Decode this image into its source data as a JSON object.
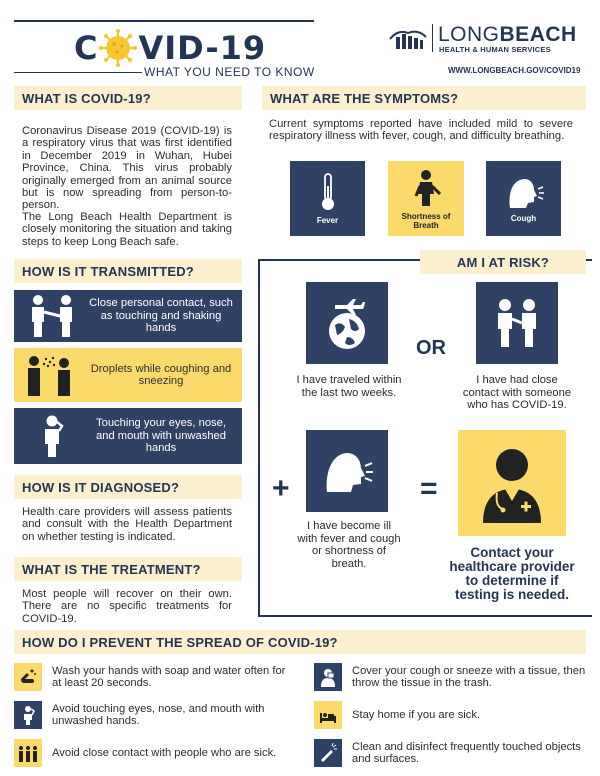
{
  "header": {
    "title_left": "C",
    "title_right": "VID-19",
    "subtitle": "WHAT YOU NEED TO KNOW",
    "org_name_long": "LONG",
    "org_name_beach": "BEACH",
    "org_sub": "HEALTH & HUMAN SERVICES",
    "url": "WWW.LONGBEACH.GOV/COVID19"
  },
  "what_is": {
    "heading": "WHAT IS COVID-19?",
    "para1": "Coronavirus Disease 2019 (COVID-19) is a respiratory virus that was first identified in December 2019 in Wuhan, Hubei Province, China. This virus probably originally emerged from an animal source but is now spreading from person-to-person.",
    "para2": "The Long Beach Health Department is closely monitoring the situation and taking steps to keep Long Beach safe."
  },
  "symptoms": {
    "heading": "WHAT ARE THE SYMPTOMS?",
    "text": "Current symptoms reported have included mild to severe respiratory illness with fever, cough, and difficulty breathing.",
    "items": [
      "Fever",
      "Shortness of Breath",
      "Cough"
    ]
  },
  "transmitted": {
    "heading": "HOW IS IT TRANSMITTED?",
    "items": [
      "Close personal contact, such as touching and shaking hands",
      "Droplets while coughing and sneezing",
      "Touching your eyes, nose, and mouth with unwashed hands"
    ]
  },
  "diagnosed": {
    "heading": "HOW IS IT DIAGNOSED?",
    "text": "Health care providers will assess patients and consult with the Health Department on whether testing is indicated."
  },
  "treatment": {
    "heading": "WHAT IS THE TREATMENT?",
    "text": "Most people will recover on their own. There are no specific treatments for COVID-19."
  },
  "risk": {
    "heading": "AM I AT RISK?",
    "traveled": "I have traveled within the last two weeks.",
    "or": "OR",
    "contact": "I have had close contact with someone who has COVID-19.",
    "plus": "+",
    "ill": "I have become ill with fever and cough or shortness of breath.",
    "equals": "=",
    "result": "Contact your healthcare provider to determine if testing is needed."
  },
  "prevent": {
    "heading": "HOW DO I PREVENT THE SPREAD OF COVID-19?",
    "items": [
      "Wash your hands with soap and water often for at least 20 seconds.",
      "Cover your cough or sneeze with a tissue, then throw the tissue in the trash.",
      "Avoid touching eyes, nose, and mouth with unwashed hands.",
      "Stay home if you are sick.",
      "Avoid close contact with people who are sick.",
      "Clean and disinfect frequently touched objects and surfaces."
    ]
  },
  "colors": {
    "navy": "#2f4266",
    "yellow": "#fcd96b",
    "cream": "#fbefcd"
  }
}
